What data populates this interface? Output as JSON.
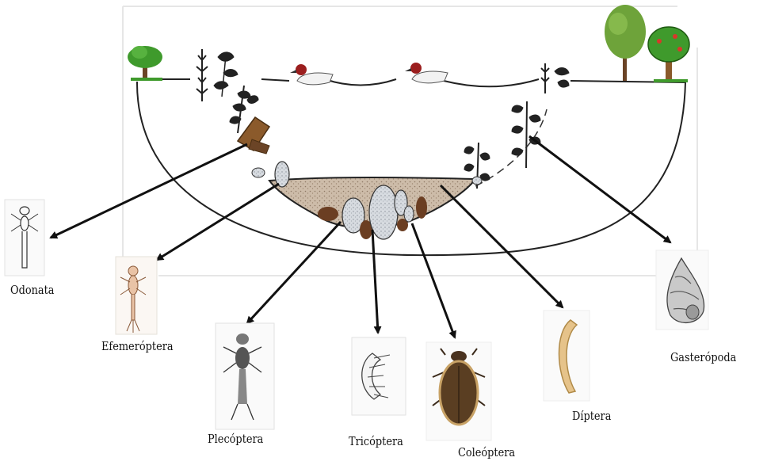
{
  "taxa": [
    {
      "id": "odonata",
      "label": "Odonata"
    },
    {
      "id": "efemeroptera",
      "label": "Efemeróptera"
    },
    {
      "id": "plecoptera",
      "label": "Plecóptera"
    },
    {
      "id": "tricoptera",
      "label": "Tricóptera"
    },
    {
      "id": "coleoptera",
      "label": "Coleóptera"
    },
    {
      "id": "diptera",
      "label": "Díptera"
    },
    {
      "id": "gasteropoda",
      "label": "Gasterópoda"
    }
  ],
  "colors": {
    "line": "#222222",
    "sediment": "#c9b7a4",
    "pebble": "#6b3e22",
    "stone": "#cfd3d8",
    "tree_green": "#3f9a2c",
    "bank": "#9a9a9a"
  }
}
